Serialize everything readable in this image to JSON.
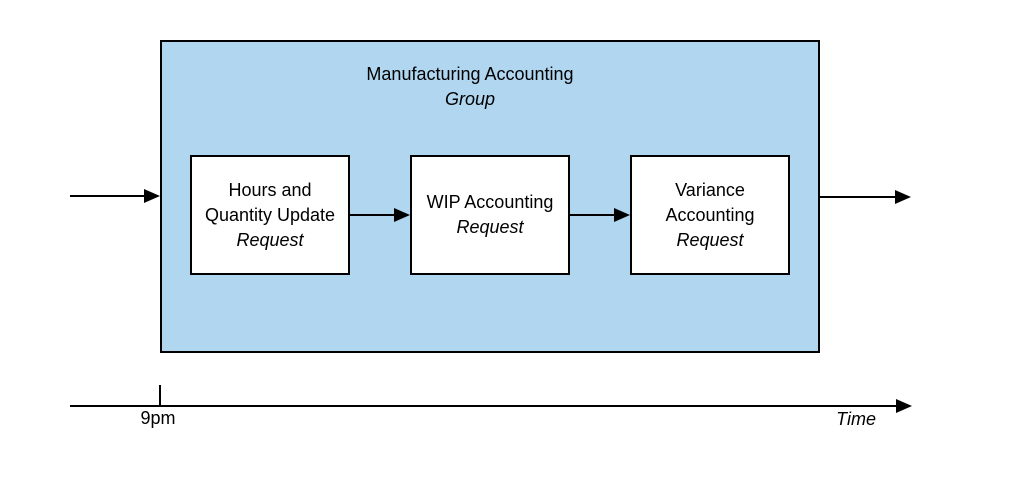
{
  "diagram": {
    "group": {
      "title": "Manufacturing Accounting",
      "subtitle": "Group",
      "fill_color": "#B0D6F0",
      "border_color": "#000000"
    },
    "nodes": [
      {
        "lines": [
          "Hours and",
          "Quantity Update"
        ],
        "request": "Request"
      },
      {
        "lines": [
          "WIP Accounting"
        ],
        "request": "Request"
      },
      {
        "lines": [
          "Variance",
          "Accounting"
        ],
        "request": "Request"
      }
    ],
    "edges": [
      {
        "from": "external-input",
        "to": "hours-and-quantity-update-request"
      },
      {
        "from": "hours-and-quantity-update-request",
        "to": "wip-accounting-request"
      },
      {
        "from": "wip-accounting-request",
        "to": "variance-accounting-request"
      },
      {
        "from": "manufacturing-accounting-group",
        "to": "external-output"
      }
    ]
  },
  "timeline": {
    "tick_label": "9pm",
    "axis_label": "Time"
  }
}
